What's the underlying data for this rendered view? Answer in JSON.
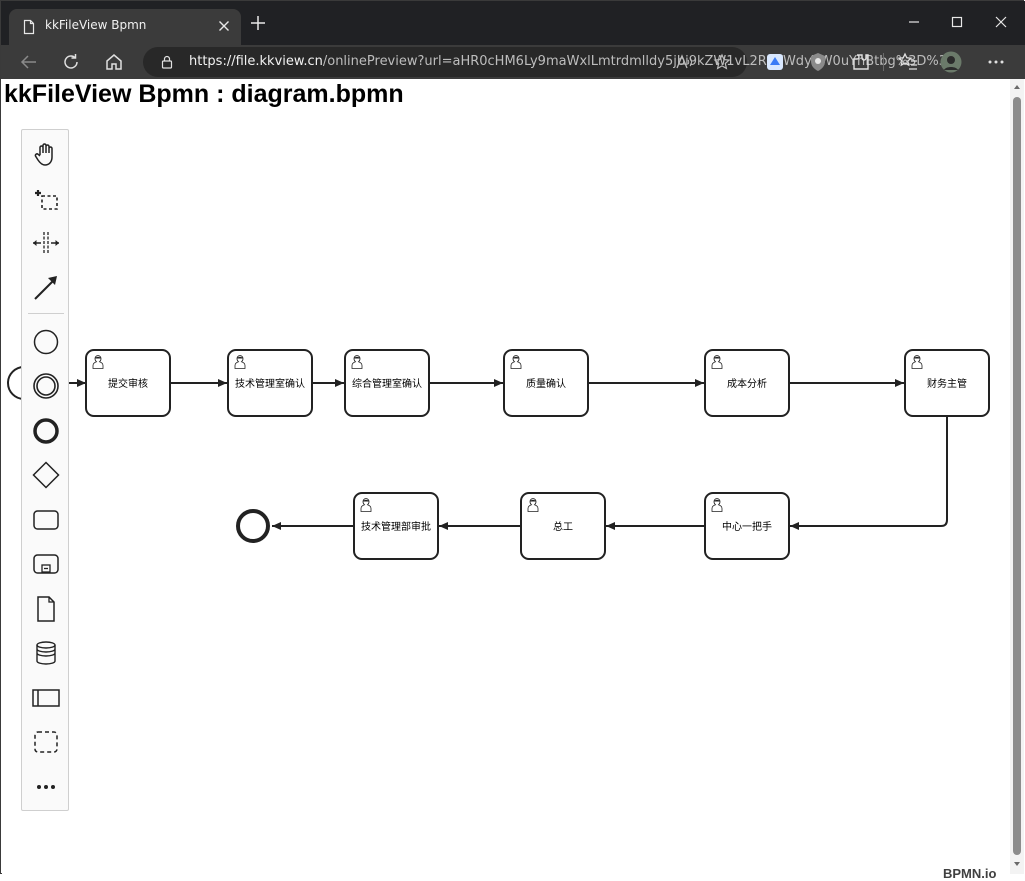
{
  "browser": {
    "tab_title": "kkFileView Bpmn",
    "url_host": "https://file.kkview.cn",
    "url_rest": "/onlinePreview?url=aHR0cHM6Ly9maWxlLmtrdmlldy5jbi9kZW1vL2RpYWdyYW0uYnBtbg%3D%3D",
    "url_display": "https://file.kkview.cn/onlinePreview?url=aHR0cHM6Ly9maWxlLmtrdmlldy5jbi9kZW1vL2RpYWdyYW0uYnBtbg%3D%3D"
  },
  "page": {
    "title": "kkFileView Bpmn : diagram.bpmn",
    "watermark": "BPMN.io"
  },
  "palette": {
    "tools": [
      "hand-tool",
      "lasso-tool",
      "space-tool",
      "global-connect-tool"
    ],
    "elements": [
      "start-event",
      "intermediate-event",
      "end-event",
      "gateway",
      "task",
      "subprocess",
      "data-object",
      "data-store",
      "pool",
      "group",
      "more"
    ]
  },
  "diagram": {
    "tasks": {
      "t1": "提交审核",
      "t2": "技术管理室确认",
      "t3": "综合管理室确认",
      "t4": "质量确认",
      "t5": "成本分析",
      "t6": "财务主管",
      "t7": "中心一把手",
      "t8": "总工",
      "t9": "技术管理部审批"
    }
  }
}
